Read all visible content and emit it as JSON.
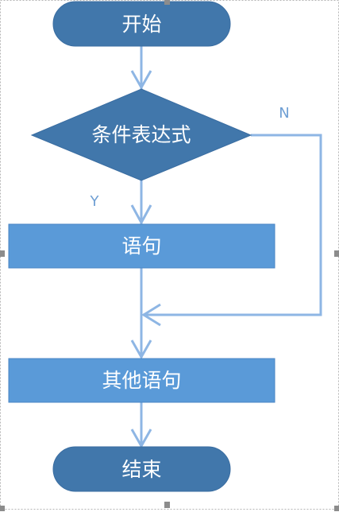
{
  "flowchart": {
    "start": "开始",
    "condition": "条件表达式",
    "yes_label": "Y",
    "no_label": "N",
    "statement": "语句",
    "other_statement": "其他语句",
    "end": "结束"
  },
  "colors": {
    "terminal_fill": "#4177ab",
    "decision_fill": "#4177ab",
    "process_fill": "#5a9ad8",
    "connector": "#8eb6e4",
    "branch_label": "#6f9fd4"
  }
}
